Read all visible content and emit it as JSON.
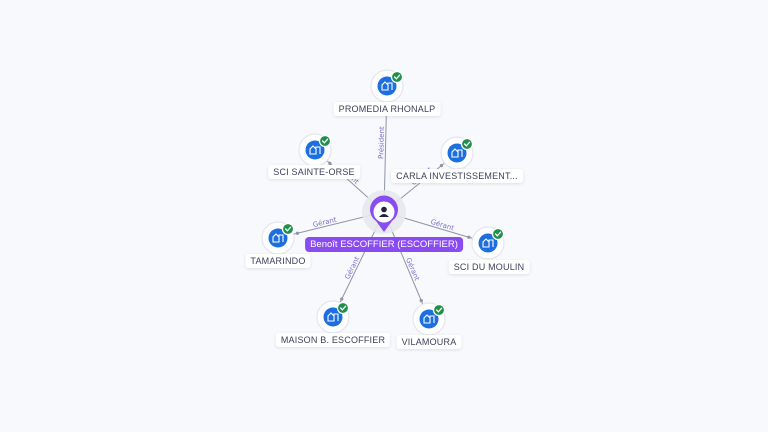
{
  "colors": {
    "company_blue": "#1d6fe0",
    "check_green": "#1f8f4a",
    "person_purple": "#8a4cf0",
    "edge_label": "#7b6fc9"
  },
  "icons": {
    "company": "building-icon",
    "verified": "check-badge-icon",
    "person": "person-icon"
  },
  "center": {
    "name": "Benoît ESCOFFIER (ESCOFFIER)"
  },
  "companies": [
    {
      "id": "promedia",
      "label": "PROMEDIA RHONALP",
      "role": "Président"
    },
    {
      "id": "sci-sainte-orse",
      "label": "SCI SAINTE-ORSE",
      "role": "Gérant"
    },
    {
      "id": "carla",
      "label": "CARLA INVESTISSEMENT...",
      "role": "Gérant"
    },
    {
      "id": "tamarindo",
      "label": "TAMARINDO",
      "role": "Gérant"
    },
    {
      "id": "sci-du-moulin",
      "label": "SCI DU MOULIN",
      "role": "Gérant"
    },
    {
      "id": "maison-b",
      "label": "MAISON B. ESCOFFIER",
      "role": "Gérant"
    },
    {
      "id": "vilamoura",
      "label": "VILAMOURA",
      "role": "Gérant"
    }
  ]
}
